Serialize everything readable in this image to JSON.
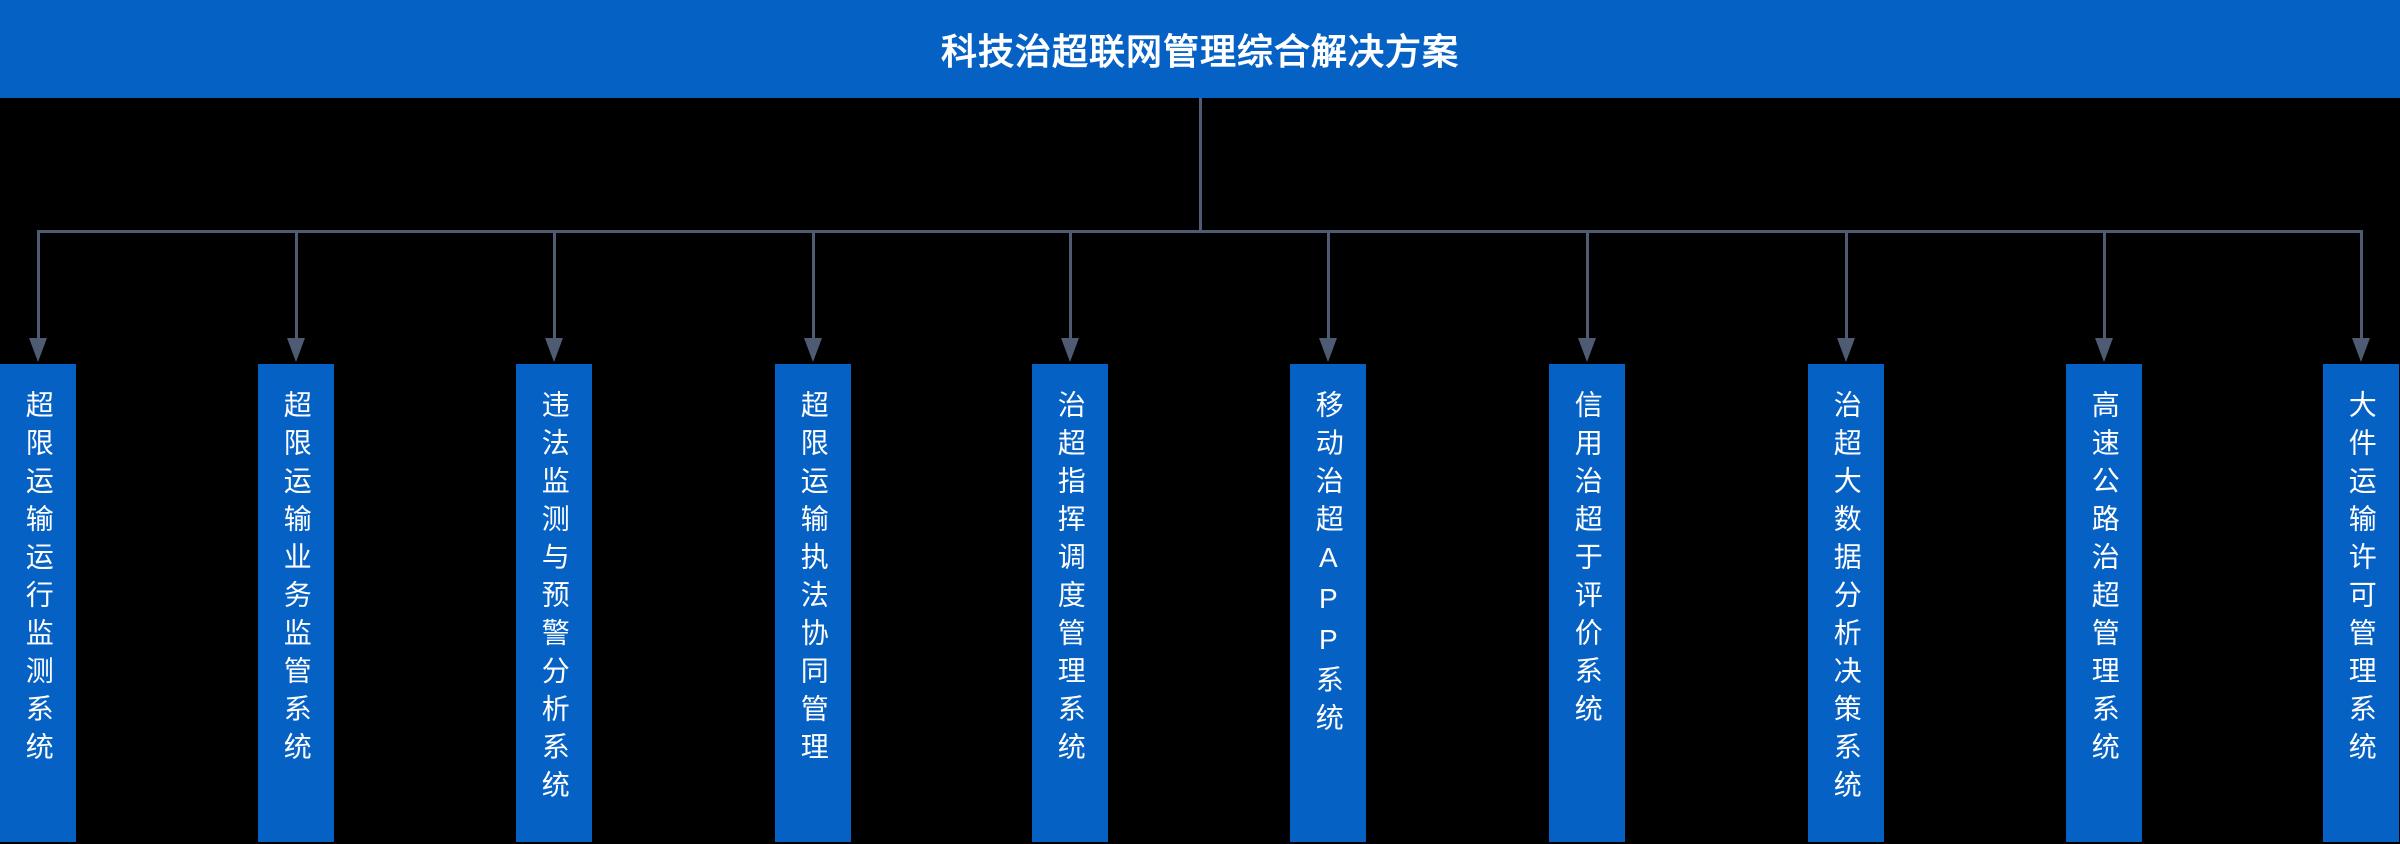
{
  "title": "科技治超联网管理综合解决方案",
  "colors": {
    "primary_blue": "#0661c4",
    "connector_gray_blue": "#4e5b73",
    "background": "#000000",
    "text": "#ffffff"
  },
  "systems": [
    "超限运输运行监测系统",
    "超限运输业务监管系统",
    "违法监测与预警分析系统",
    "超限运输执法协同管理",
    "治超指挥调度管理系统",
    "移动治超APP系统",
    "信用治超于评价系统",
    "治超大数据分析决策系统",
    "高速公路治超管理系统",
    "大件运输许可管理系统"
  ]
}
